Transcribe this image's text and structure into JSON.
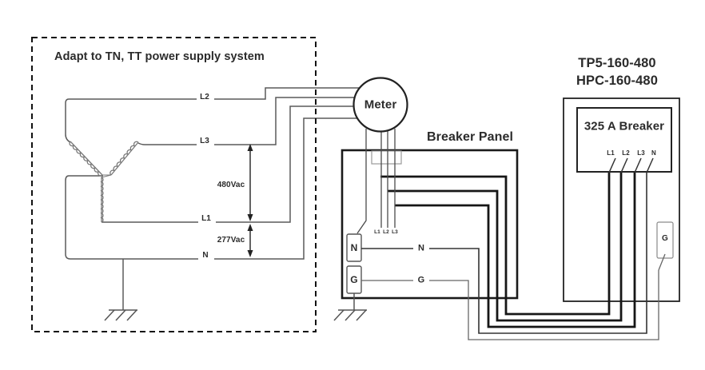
{
  "supply_box": {
    "title": "Adapt to TN, TT power supply system",
    "lines": {
      "l2": "L2",
      "l3": "L3",
      "l1": "L1",
      "n": "N"
    },
    "voltage_line_to_line": "480Vac",
    "voltage_line_to_neutral": "277Vac"
  },
  "meter": {
    "label": "Meter"
  },
  "breaker_panel": {
    "title": "Breaker Panel",
    "feeders": [
      "L1",
      "L2",
      "L3"
    ],
    "neutral_terminal": "N",
    "ground_terminal": "G",
    "neutral_wire": "N",
    "ground_wire": "G"
  },
  "device": {
    "models": [
      "TP5-160-480",
      "HPC-160-480"
    ],
    "breaker": "325 A Breaker",
    "terminals": [
      "L1",
      "L2",
      "L3",
      "N"
    ],
    "ground_terminal": "G"
  },
  "colors": {
    "wire_thick": "#161616",
    "wire_thin": "#5a5a5a",
    "text": "#2b2b2b",
    "background": "#ffffff"
  }
}
